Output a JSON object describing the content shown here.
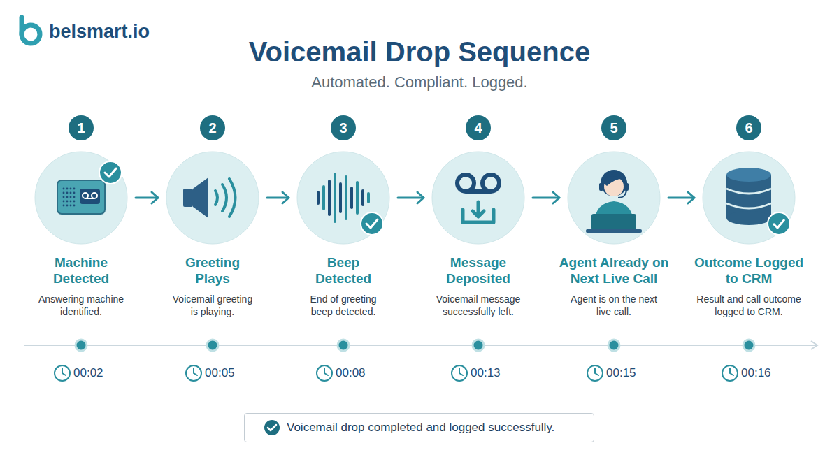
{
  "diagram": {
    "title": "Voicemail Drop Sequence",
    "nodes": [
      {
        "text": [
          "1"
        ]
      },
      {
        "text": [
          "2"
        ]
      },
      {
        "text": [
          "3"
        ]
      },
      {
        "text": [
          "4"
        ]
      },
      {
        "text": [
          "5"
        ]
      },
      {
        "text": [
          "6"
        ]
      },
      {
        "text": [
          "Machine Detected",
          "Answering machine identified."
        ]
      },
      {
        "text": [
          "Greeting Plays",
          "Voicemail greeting is playing."
        ]
      },
      {
        "text": [
          "Beep Detected",
          "End of greeting beep detected."
        ]
      },
      {
        "text": [
          "Message Deposited",
          "Voicemail message successfully left."
        ]
      },
      {
        "text": [
          "Agent Already on Next Live Call",
          "Agent is on the next live call."
        ]
      },
      {
        "text": [
          "Outcome Logged to CRM",
          "Result and call outcome logged to CRM."
        ]
      },
      {
        "text": [
          "Voicemail drop completed and logged successfully."
        ]
      }
    ],
    "edges": [
      {
        "from": 6,
        "to": 7,
        "arrow": "to"
      },
      {
        "from": 7,
        "to": 8,
        "arrow": "to"
      },
      {
        "from": 8,
        "to": 9,
        "arrow": "to"
      },
      {
        "from": 9,
        "to": 10,
        "arrow": "to"
      },
      {
        "from": 10,
        "to": 11,
        "arrow": "to"
      }
    ],
    "labels": [
      "belsmart.io",
      "Automated. Compliant. Logged.",
      "00:02",
      "00:05",
      "00:08",
      "00:13",
      "00:15",
      "00:16"
    ]
  }
}
